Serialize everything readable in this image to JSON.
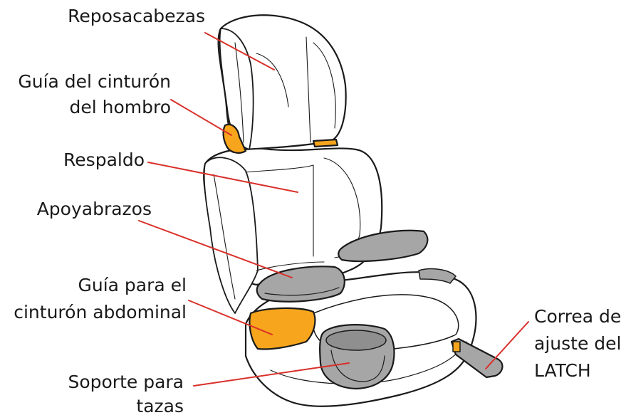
{
  "labels": {
    "headrest": "Reposacabezas",
    "shoulder_guide_1": "Guía del cinturón",
    "shoulder_guide_2": "del hombro",
    "backrest": "Respaldo",
    "armrest": "Apoyabrazos",
    "lap_guide_1": "Guía para el",
    "lap_guide_2": "cinturón abdominal",
    "cup_holder_1": "Soporte para",
    "cup_holder_2": "tazas",
    "latch_1": "Correa de",
    "latch_2": "ajuste del",
    "latch_3": "LATCH"
  },
  "colors": {
    "leader_line": "#d9302a",
    "guide_orange": "#f7a51c",
    "armrest_gray": "#a6a6a6",
    "outline": "#1a1a1a"
  }
}
